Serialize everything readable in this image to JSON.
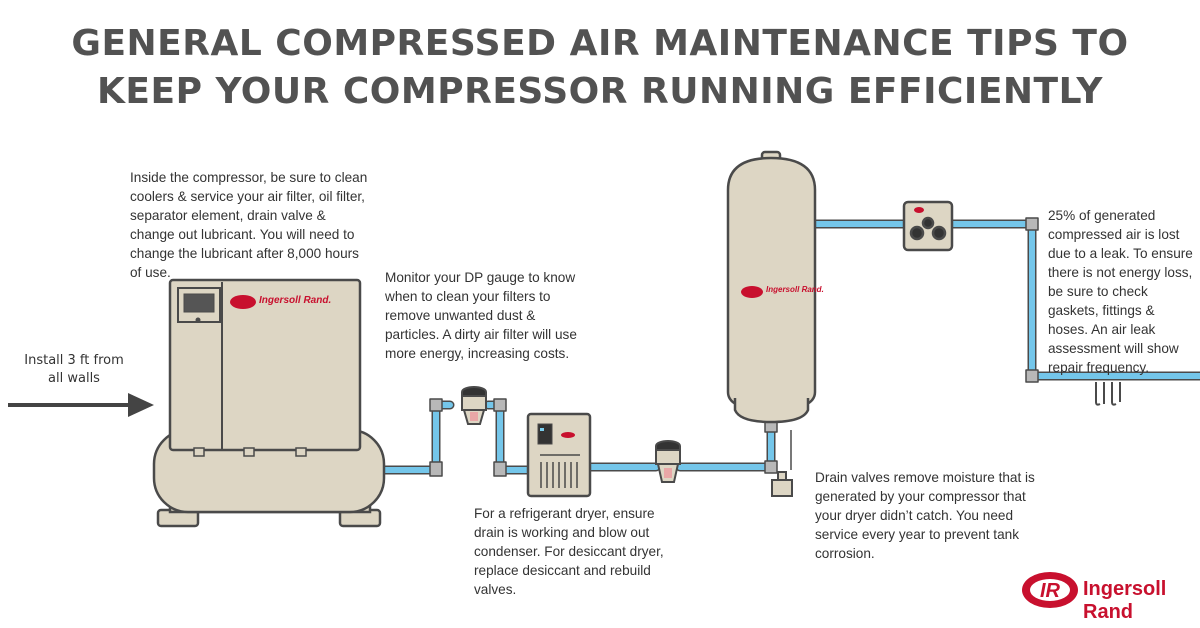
{
  "title": {
    "line1": "GENERAL COMPRESSED AIR MAINTENANCE TIPS TO",
    "line2": "KEEP YOUR COMPRESSOR RUNNING EFFICIENTLY"
  },
  "notes": {
    "compressor": "Inside the compressor, be sure to clean coolers & service your air filter, oil filter, separator element, drain valve & change out lubricant. You will need to change the lubricant after 8,000 hours of use.",
    "dp_gauge": "Monitor your DP gauge to know when to clean your filters to remove unwanted dust & particles. A dirty air filter will use more energy, increasing costs.",
    "dryer": "For a refrigerant dryer, ensure drain is working and blow out condenser. For desiccant dryer, replace desiccant and rebuild valves.",
    "drain_valves": "Drain valves remove  moisture that is generated by your compressor that your dryer didn’t catch. You need service every year to prevent tank corrosion.",
    "leaks": "25% of generated compressed air is lost due to a leak. To ensure there is not energy loss, be sure to check gaskets, fittings & hoses. An air leak assessment will show repair frequency."
  },
  "install": {
    "line1": "Install 3 ft from",
    "line2": "all walls"
  },
  "brand": {
    "mark": "IR",
    "name": "Ingersoll Rand.",
    "name_footer": "Ingersoll Rand"
  },
  "colors": {
    "pipe": "#74c6ea",
    "equipment": "#ddd6c4",
    "outline": "#4a4a4a",
    "brand_red": "#c8102e",
    "arrow": "#444444"
  }
}
